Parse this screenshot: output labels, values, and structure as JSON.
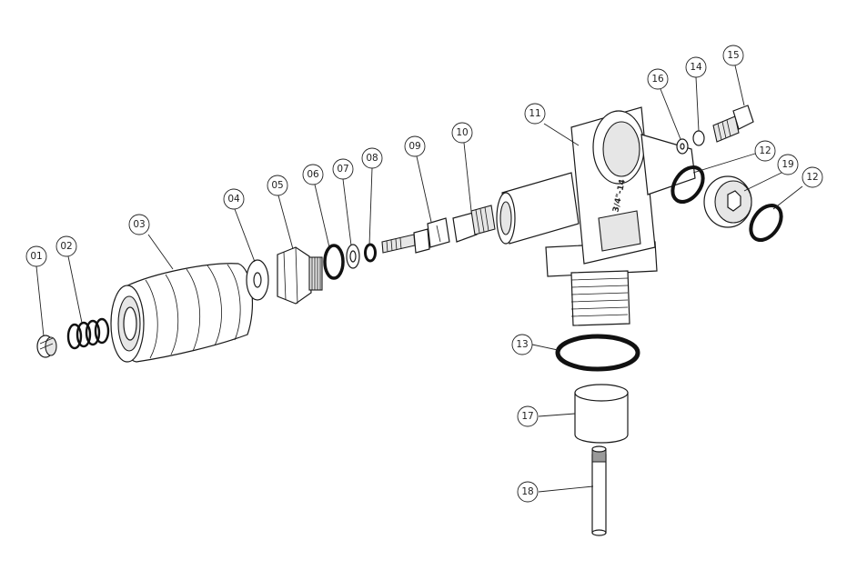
{
  "body_marking": "3/4\"-14",
  "parts": [
    {
      "id": "01"
    },
    {
      "id": "02"
    },
    {
      "id": "03"
    },
    {
      "id": "04"
    },
    {
      "id": "05"
    },
    {
      "id": "06"
    },
    {
      "id": "07"
    },
    {
      "id": "08"
    },
    {
      "id": "09"
    },
    {
      "id": "10"
    },
    {
      "id": "11"
    },
    {
      "id": "12"
    },
    {
      "id": "12"
    },
    {
      "id": "13"
    },
    {
      "id": "14"
    },
    {
      "id": "15"
    },
    {
      "id": "16"
    },
    {
      "id": "17"
    },
    {
      "id": "18"
    },
    {
      "id": "19"
    }
  ]
}
